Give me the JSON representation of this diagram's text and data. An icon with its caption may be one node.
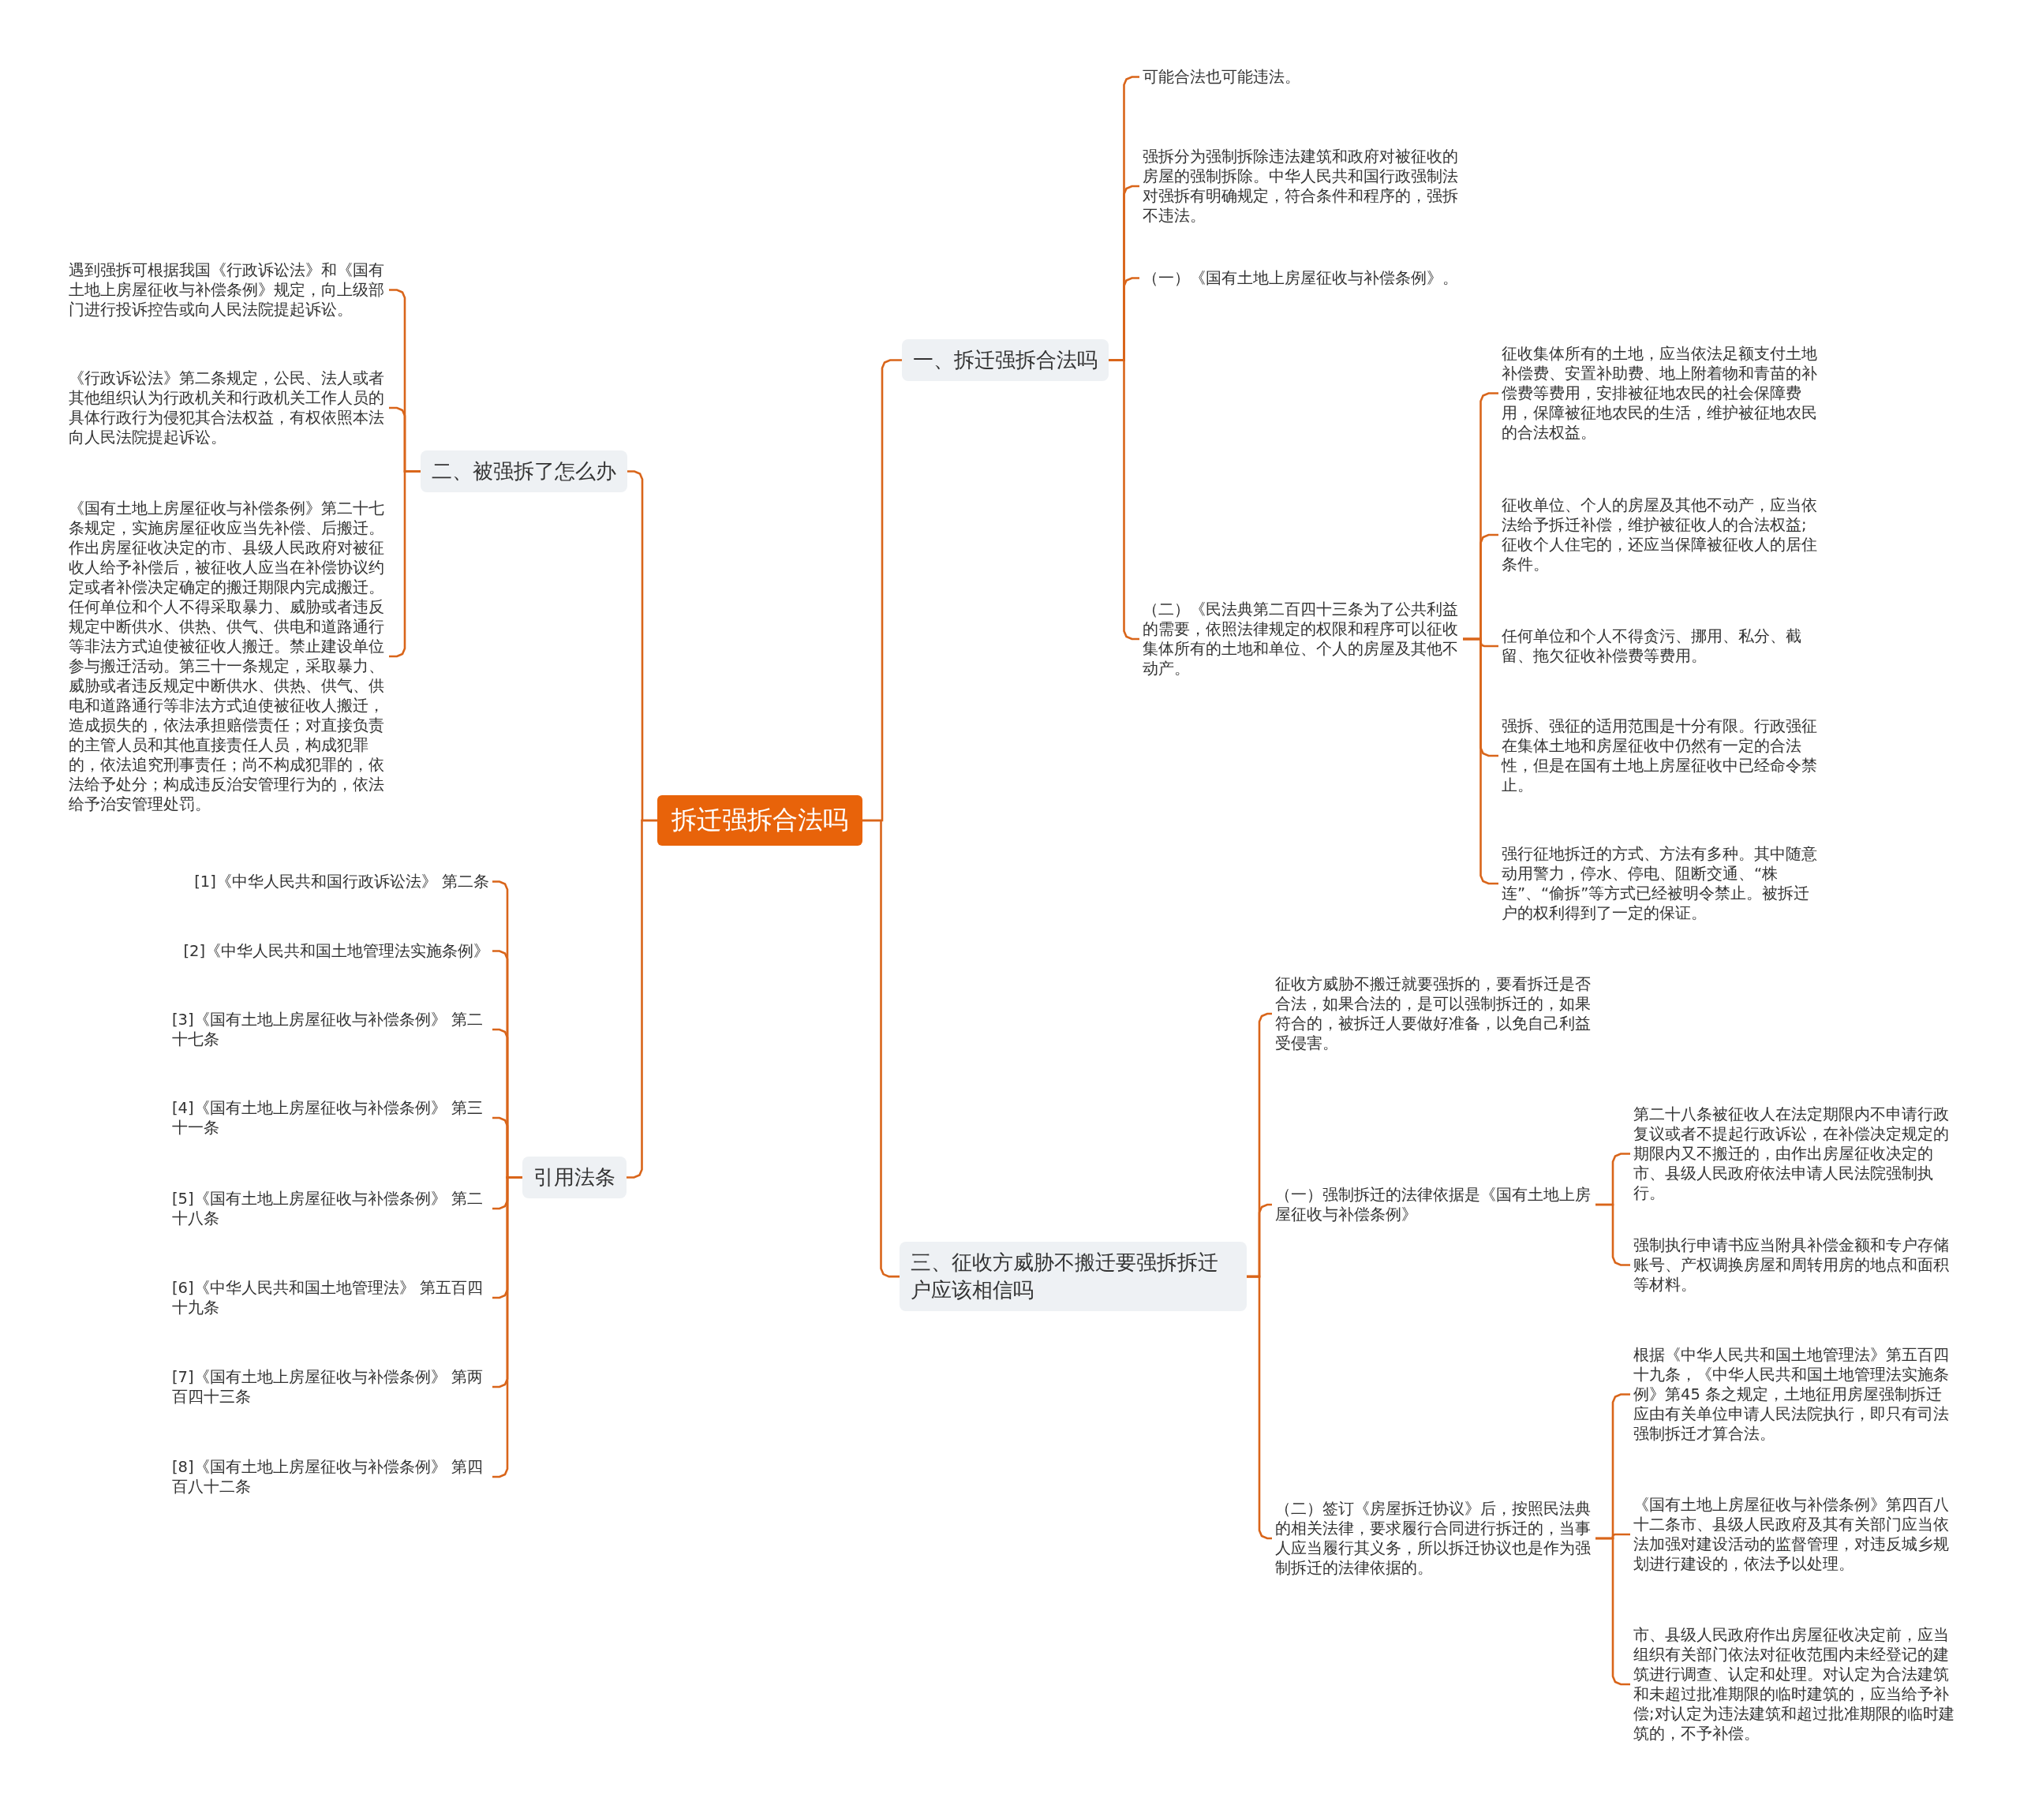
{
  "diagram": {
    "nodes": [
      {
        "text": [
          "拆迁强拆合法吗"
        ]
      },
      {
        "text": [
          "一、拆迁强拆合法吗"
        ]
      },
      {
        "text": [
          "可能合法也可能违法。"
        ]
      },
      {
        "text": [
          "强拆分为强制拆除违法建筑和政府对被征收的房屋的强制拆除。中华人民共和国行政强制法对强拆有明确规定，符合条件和程序的，强拆不违法。"
        ]
      },
      {
        "text": [
          "（一）《国有土地上房屋征收与补偿条例》。"
        ]
      },
      {
        "text": [
          "（二）《民法典第二百四十三条为了公共利益的需要，依照法律规定的权限和程序可以征收集体所有的土地和单位、个人的房屋及其他不动产。"
        ]
      },
      {
        "text": [
          "征收集体所有的土地，应当依法足额支付土地补偿费、安置补助费、地上附着物和青苗的补偿费等费用，安排被征地农民的社会保障费用，保障被征地农民的生活，维护被征地农民的合法权益。"
        ]
      },
      {
        "text": [
          "征收单位、个人的房屋及其他不动产，应当依法给予拆迁补偿，维护被征收人的合法权益;征收个人住宅的，还应当保障被征收人的居住条件。"
        ]
      },
      {
        "text": [
          "任何单位和个人不得贪污、挪用、私分、截留、拖欠征收补偿费等费用。"
        ]
      },
      {
        "text": [
          "强拆、强征的适用范围是十分有限。行政强征在集体土地和房屋征收中仍然有一定的合法性，但是在国有土地上房屋征收中已经命令禁止。"
        ]
      },
      {
        "text": [
          "强行征地拆迁的方式、方法有多种。其中随意动用警力，停水、停电、阻断交通、“株连”、“偷拆”等方式已经被明令禁止。被拆迁户的权利得到了一定的保证。"
        ]
      },
      {
        "text": [
          "二、被强拆了怎么办"
        ]
      },
      {
        "text": [
          "遇到强拆可根据我国《行政诉讼法》和《国有土地上房屋征收与补偿条例》规定，向上级部门进行投诉控告或向人民法院提起诉讼。"
        ]
      },
      {
        "text": [
          "《行政诉讼法》第二条规定，公民、法人或者其他组织认为行政机关和行政机关工作人员的具体行政行为侵犯其合法权益，有权依照本法向人民法院提起诉讼。"
        ]
      },
      {
        "text": [
          "《国有土地上房屋征收与补偿条例》第二十七条规定，实施房屋征收应当先补偿、后搬迁。作出房屋征收决定的市、县级人民政府对被征收人给予补偿后，被征收人应当在补偿协议约定或者补偿决定确定的搬迁期限内完成搬迁。任何单位和个人不得采取暴力、威胁或者违反规定中断供水、供热、供气、供电和道路通行等非法方式迫使被征收人搬迁。禁止建设单位参与搬迁活动。第三十一条规定，采取暴力、威胁或者违反规定中断供水、供热、供气、供电和道路通行等非法方式迫使被征收人搬迁，造成损失的，依法承担赔偿责任；对直接负责的主管人员和其他直接责任人员，构成犯罪的，依法追究刑事责任；尚不构成犯罪的，依法给予处分；构成违反治安管理行为的，依法给予治安管理处罚。"
        ]
      },
      {
        "text": [
          "引用法条"
        ]
      },
      {
        "text": [
          "[1]《中华人民共和国行政诉讼法》 第二条"
        ]
      },
      {
        "text": [
          "[2]《中华人民共和国土地管理法实施条例》"
        ]
      },
      {
        "text": [
          "[3]《国有土地上房屋征收与补偿条例》 第二十七条"
        ]
      },
      {
        "text": [
          "[4]《国有土地上房屋征收与补偿条例》 第三十一条"
        ]
      },
      {
        "text": [
          "[5]《国有土地上房屋征收与补偿条例》 第二十八条"
        ]
      },
      {
        "text": [
          "[6]《中华人民共和国土地管理法》 第五百四十九条"
        ]
      },
      {
        "text": [
          "[7]《国有土地上房屋征收与补偿条例》 第两百四十三条"
        ]
      },
      {
        "text": [
          "[8]《国有土地上房屋征收与补偿条例》 第四百八十二条"
        ]
      },
      {
        "text": [
          "三、征收方威胁不搬迁要强拆拆迁户应该相信吗"
        ]
      },
      {
        "text": [
          "征收方威胁不搬迁就要强拆的，要看拆迁是否合法，如果合法的，是可以强制拆迁的，如果符合的，被拆迁人要做好准备，以免自己利益受侵害。"
        ]
      },
      {
        "text": [
          "（一）强制拆迁的法律依据是《国有土地上房屋征收与补偿条例》"
        ]
      },
      {
        "text": [
          "第二十八条被征收人在法定期限内不申请行政复议或者不提起行政诉讼，在补偿决定规定的期限内又不搬迁的，由作出房屋征收决定的市、县级人民政府依法申请人民法院强制执行。"
        ]
      },
      {
        "text": [
          "强制执行申请书应当附具补偿金额和专户存储账号、产权调换房屋和周转用房的地点和面积等材料。"
        ]
      },
      {
        "text": [
          "（二）签订《房屋拆迁协议》后，按照民法典的相关法律，要求履行合同进行拆迁的，当事人应当履行其义务，所以拆迁协议也是作为强制拆迁的法律依据的。"
        ]
      },
      {
        "text": [
          "根据《中华人民共和国土地管理法》第五百四十九条，《中华人民共和国土地管理法实施条例》第45 条之规定，土地征用房屋强制拆迁应由有关单位申请人民法院执行，即只有司法强制拆迁才算合法。"
        ]
      },
      {
        "text": [
          "《国有土地上房屋征收与补偿条例》第四百八十二条市、县级人民政府及其有关部门应当依法加强对建设活动的监督管理，对违反城乡规划进行建设的，依法予以处理。"
        ]
      },
      {
        "text": [
          "市、县级人民政府作出房屋征收决定前，应当组织有关部门依法对征收范围内未经登记的建筑进行调查、认定和处理。对认定为合法建筑和未超过批准期限的临时建筑的，应当给予补偿;对认定为违法建筑和超过批准期限的临时建筑的，不予补偿。"
        ]
      }
    ],
    "edges": [
      {
        "from": 0,
        "to": 1,
        "arrow": "none"
      },
      {
        "from": 1,
        "to": 2,
        "arrow": "none"
      },
      {
        "from": 1,
        "to": 3,
        "arrow": "none"
      },
      {
        "from": 1,
        "to": 4,
        "arrow": "none"
      },
      {
        "from": 1,
        "to": 5,
        "arrow": "none"
      },
      {
        "from": 5,
        "to": 6,
        "arrow": "none"
      },
      {
        "from": 5,
        "to": 7,
        "arrow": "none"
      },
      {
        "from": 5,
        "to": 8,
        "arrow": "none"
      },
      {
        "from": 5,
        "to": 9,
        "arrow": "none"
      },
      {
        "from": 5,
        "to": 10,
        "arrow": "none"
      },
      {
        "from": 0,
        "to": 11,
        "arrow": "none"
      },
      {
        "from": 11,
        "to": 12,
        "arrow": "none"
      },
      {
        "from": 11,
        "to": 13,
        "arrow": "none"
      },
      {
        "from": 11,
        "to": 14,
        "arrow": "none"
      },
      {
        "from": 0,
        "to": 15,
        "arrow": "none"
      },
      {
        "from": 15,
        "to": 16,
        "arrow": "none"
      },
      {
        "from": 15,
        "to": 17,
        "arrow": "none"
      },
      {
        "from": 15,
        "to": 18,
        "arrow": "none"
      },
      {
        "from": 15,
        "to": 19,
        "arrow": "none"
      },
      {
        "from": 15,
        "to": 20,
        "arrow": "none"
      },
      {
        "from": 15,
        "to": 21,
        "arrow": "none"
      },
      {
        "from": 15,
        "to": 22,
        "arrow": "none"
      },
      {
        "from": 15,
        "to": 23,
        "arrow": "none"
      },
      {
        "from": 0,
        "to": 24,
        "arrow": "none"
      },
      {
        "from": 24,
        "to": 25,
        "arrow": "none"
      },
      {
        "from": 24,
        "to": 26,
        "arrow": "none"
      },
      {
        "from": 24,
        "to": 29,
        "arrow": "none"
      },
      {
        "from": 26,
        "to": 27,
        "arrow": "none"
      },
      {
        "from": 26,
        "to": 28,
        "arrow": "none"
      },
      {
        "from": 29,
        "to": 30,
        "arrow": "none"
      },
      {
        "from": 29,
        "to": 31,
        "arrow": "none"
      },
      {
        "from": 29,
        "to": 32,
        "arrow": "none"
      }
    ]
  }
}
